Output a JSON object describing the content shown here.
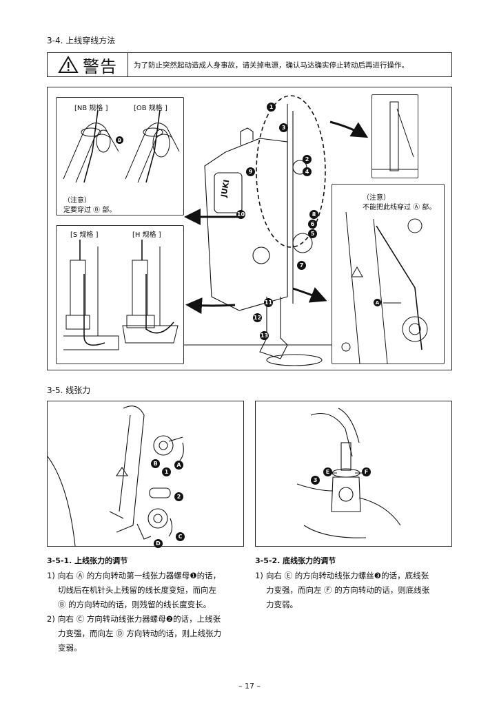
{
  "section_34": {
    "title": "3-4. 上线穿线方法"
  },
  "warning": {
    "word": "警告",
    "message": "为了防止突然起动造成人身事故，请关掉电源，确认马达确实停止转动后再进行操作。"
  },
  "threading_figure": {
    "inset_nb_label": "[NB 规格 ]",
    "inset_ob_label": "[OB 规格 ]",
    "inset_note1_line1": "（注意）",
    "inset_note1_line2": "定要穿过 Ⓑ 部。",
    "inset_s_label": "[S 规格 ]",
    "inset_h_label": "[H 规格 ]",
    "inset_note2_line1": "（注意）",
    "inset_note2_line2": "不能把此线穿过 Ⓐ 部。",
    "brand": "JUKI",
    "callouts": [
      "1",
      "2",
      "3",
      "4",
      "5",
      "6",
      "7",
      "8",
      "9",
      "10",
      "11",
      "12",
      "13"
    ],
    "letter_a": "A",
    "letter_b": "B"
  },
  "section_35": {
    "title": "3-5. 线张力"
  },
  "tension_fig_left": {
    "letters": [
      "A",
      "B",
      "C",
      "D"
    ],
    "numbers": [
      "1",
      "2"
    ]
  },
  "tension_fig_right": {
    "letters": [
      "E",
      "F"
    ],
    "numbers": [
      "3"
    ]
  },
  "sub_351": {
    "title": "3-5-1. 上线张力的调节",
    "item1_idx": "1)",
    "item1_l1": "向右 Ⓐ 的方向转动第一线张力器螺母❶的话，",
    "item1_l2": "切线后在机针头上残留的线长度变短，而向左",
    "item1_l3": "Ⓑ 的方向转动的话，则残留的线长度变长。",
    "item2_idx": "2)",
    "item2_l1": "向右 Ⓒ 方向转动线张力器螺母❷的话，上线张",
    "item2_l2": "力变强，而向左 Ⓓ 方向转动的话，则上线张力",
    "item2_l3": "变弱。"
  },
  "sub_352": {
    "title": "3-5-2. 底线张力的调节",
    "item1_idx": "1)",
    "item1_l1": "向右 Ⓔ 的方向转动线张力螺丝❸的话，底线张",
    "item1_l2": "力变强，而向左 Ⓕ 的方向转动的话，则底线张",
    "item1_l3": "力变弱。"
  },
  "page_number": "– 17 –"
}
